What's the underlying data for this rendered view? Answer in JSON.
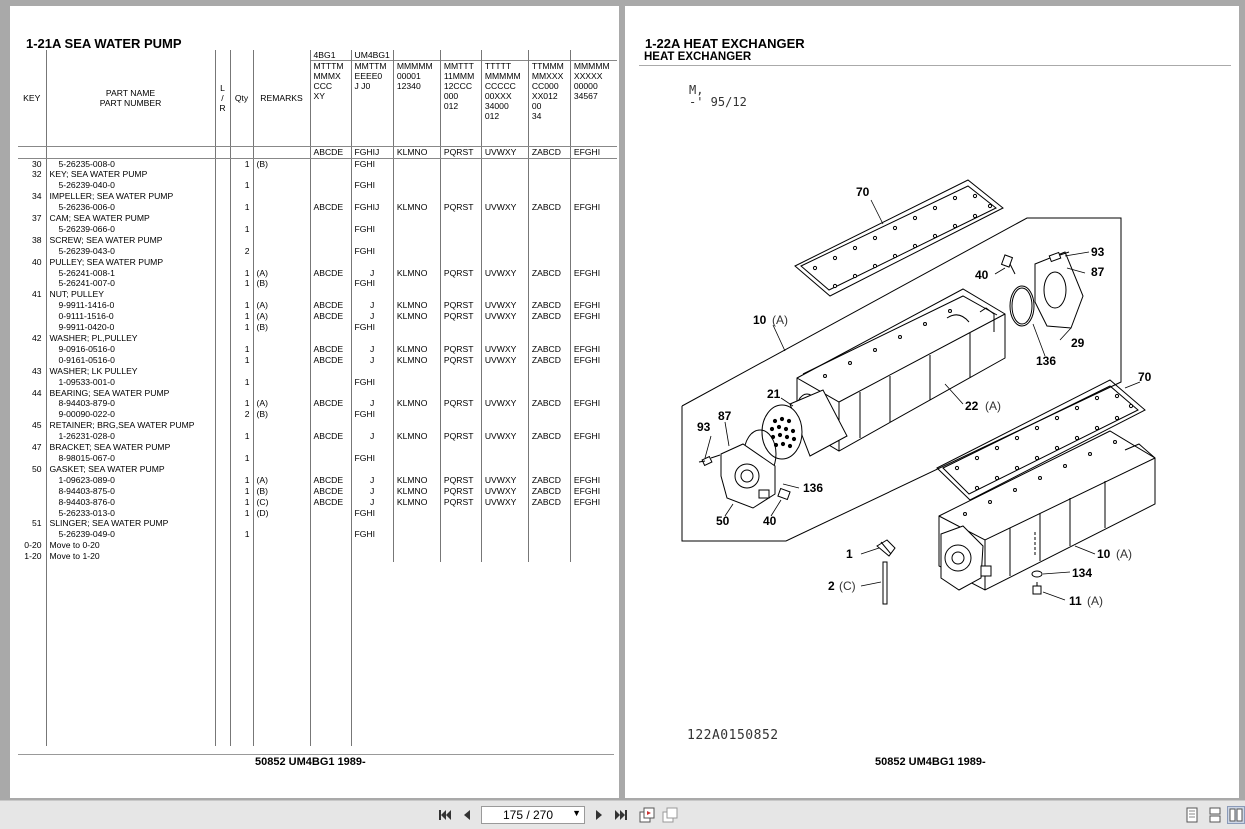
{
  "left": {
    "title": "1-21A  SEA WATER PUMP",
    "header": {
      "key": "KEY",
      "part_name": "PART NAME",
      "part_number": "PART NUMBER",
      "lr": [
        "L",
        "/",
        "R"
      ],
      "qty": "Qty",
      "remarks": "REMARKS",
      "groups": [
        "4BG1",
        "UM4BG1"
      ],
      "model_codes": [
        [
          "MTTTM",
          "MMMX",
          "CCC",
          "XY"
        ],
        [
          "MMTTM",
          "EEEE0",
          "J J0"
        ],
        [
          "MMMMM",
          "00001",
          "12340"
        ],
        [
          "MMTTT",
          "11MMM",
          "12CCC",
          "000",
          "012"
        ],
        [
          "TTTTT",
          "MMMMM",
          "CCCCC",
          "00XXX",
          "34000",
          "012"
        ],
        [
          "TTMMM",
          "MMXXX",
          "CC000",
          "XX012",
          "00",
          "34"
        ],
        [
          "MMMMM",
          "XXXXX",
          "00000",
          "34567"
        ]
      ],
      "applicability": [
        "ABCDE",
        "FGHIJ",
        "KLMNO",
        "PQRST",
        "UVWXY",
        "ZABCD",
        "EFGHI"
      ]
    },
    "rows": [
      {
        "key": "30",
        "name": "5-26235-008-0",
        "indent": true,
        "qty": "1",
        "rem": "(B)",
        "c": [
          "",
          "FGHI",
          "",
          "",
          "",
          "",
          ""
        ]
      },
      {
        "key": "32",
        "name": "KEY; SEA WATER PUMP",
        "indent": false,
        "qty": "",
        "rem": "",
        "c": [
          "",
          "",
          "",
          "",
          "",
          "",
          ""
        ]
      },
      {
        "key": "",
        "name": "5-26239-040-0",
        "indent": true,
        "qty": "1",
        "rem": "",
        "c": [
          "",
          "FGHI",
          "",
          "",
          "",
          "",
          ""
        ]
      },
      {
        "key": "34",
        "name": "IMPELLER; SEA WATER PUMP",
        "indent": false,
        "qty": "",
        "rem": "",
        "c": [
          "",
          "",
          "",
          "",
          "",
          "",
          ""
        ]
      },
      {
        "key": "",
        "name": "5-26236-006-0",
        "indent": true,
        "qty": "1",
        "rem": "",
        "c": [
          "ABCDE",
          "FGHIJ",
          "KLMNO",
          "PQRST",
          "UVWXY",
          "ZABCD",
          "EFGHI"
        ]
      },
      {
        "key": "37",
        "name": "CAM; SEA WATER PUMP",
        "indent": false,
        "qty": "",
        "rem": "",
        "c": [
          "",
          "",
          "",
          "",
          "",
          "",
          ""
        ]
      },
      {
        "key": "",
        "name": "5-26239-066-0",
        "indent": true,
        "qty": "1",
        "rem": "",
        "c": [
          "",
          "FGHI",
          "",
          "",
          "",
          "",
          ""
        ]
      },
      {
        "key": "38",
        "name": "SCREW; SEA WATER PUMP",
        "indent": false,
        "qty": "",
        "rem": "",
        "c": [
          "",
          "",
          "",
          "",
          "",
          "",
          ""
        ]
      },
      {
        "key": "",
        "name": "5-26239-043-0",
        "indent": true,
        "qty": "2",
        "rem": "",
        "c": [
          "",
          "FGHI",
          "",
          "",
          "",
          "",
          ""
        ]
      },
      {
        "key": "40",
        "name": "PULLEY; SEA WATER PUMP",
        "indent": false,
        "qty": "",
        "rem": "",
        "c": [
          "",
          "",
          "",
          "",
          "",
          "",
          ""
        ]
      },
      {
        "key": "",
        "name": "5-26241-008-1",
        "indent": true,
        "qty": "1",
        "rem": "(A)",
        "c": [
          "ABCDE",
          "J",
          "KLMNO",
          "PQRST",
          "UVWXY",
          "ZABCD",
          "EFGHI"
        ]
      },
      {
        "key": "",
        "name": "5-26241-007-0",
        "indent": true,
        "qty": "1",
        "rem": "(B)",
        "c": [
          "",
          "FGHI",
          "",
          "",
          "",
          "",
          ""
        ]
      },
      {
        "key": "41",
        "name": "NUT; PULLEY",
        "indent": false,
        "qty": "",
        "rem": "",
        "c": [
          "",
          "",
          "",
          "",
          "",
          "",
          ""
        ]
      },
      {
        "key": "",
        "name": "9-9911-1416-0",
        "indent": true,
        "qty": "1",
        "rem": "(A)",
        "c": [
          "ABCDE",
          "J",
          "KLMNO",
          "PQRST",
          "UVWXY",
          "ZABCD",
          "EFGHI"
        ]
      },
      {
        "key": "",
        "name": "0-9111-1516-0",
        "indent": true,
        "qty": "1",
        "rem": "(A)",
        "c": [
          "ABCDE",
          "J",
          "KLMNO",
          "PQRST",
          "UVWXY",
          "ZABCD",
          "EFGHI"
        ]
      },
      {
        "key": "",
        "name": "9-9911-0420-0",
        "indent": true,
        "qty": "1",
        "rem": "(B)",
        "c": [
          "",
          "FGHI",
          "",
          "",
          "",
          "",
          ""
        ]
      },
      {
        "key": "42",
        "name": "WASHER; PL,PULLEY",
        "indent": false,
        "qty": "",
        "rem": "",
        "c": [
          "",
          "",
          "",
          "",
          "",
          "",
          ""
        ]
      },
      {
        "key": "",
        "name": "9-0916-0516-0",
        "indent": true,
        "qty": "1",
        "rem": "",
        "c": [
          "ABCDE",
          "J",
          "KLMNO",
          "PQRST",
          "UVWXY",
          "ZABCD",
          "EFGHI"
        ]
      },
      {
        "key": "",
        "name": "0-9161-0516-0",
        "indent": true,
        "qty": "1",
        "rem": "",
        "c": [
          "ABCDE",
          "J",
          "KLMNO",
          "PQRST",
          "UVWXY",
          "ZABCD",
          "EFGHI"
        ]
      },
      {
        "key": "43",
        "name": "WASHER; LK PULLEY",
        "indent": false,
        "qty": "",
        "rem": "",
        "c": [
          "",
          "",
          "",
          "",
          "",
          "",
          ""
        ]
      },
      {
        "key": "",
        "name": "1-09533-001-0",
        "indent": true,
        "qty": "1",
        "rem": "",
        "c": [
          "",
          "FGHI",
          "",
          "",
          "",
          "",
          ""
        ]
      },
      {
        "key": "44",
        "name": "BEARING; SEA WATER PUMP",
        "indent": false,
        "qty": "",
        "rem": "",
        "c": [
          "",
          "",
          "",
          "",
          "",
          "",
          ""
        ]
      },
      {
        "key": "",
        "name": "8-94403-879-0",
        "indent": true,
        "qty": "1",
        "rem": "(A)",
        "c": [
          "ABCDE",
          "J",
          "KLMNO",
          "PQRST",
          "UVWXY",
          "ZABCD",
          "EFGHI"
        ]
      },
      {
        "key": "",
        "name": "9-00090-022-0",
        "indent": true,
        "qty": "2",
        "rem": "(B)",
        "c": [
          "",
          "FGHI",
          "",
          "",
          "",
          "",
          ""
        ]
      },
      {
        "key": "45",
        "name": "RETAINER; BRG,SEA WATER PUMP",
        "indent": false,
        "qty": "",
        "rem": "",
        "c": [
          "",
          "",
          "",
          "",
          "",
          "",
          ""
        ]
      },
      {
        "key": "",
        "name": "1-26231-028-0",
        "indent": true,
        "qty": "1",
        "rem": "",
        "c": [
          "ABCDE",
          "J",
          "KLMNO",
          "PQRST",
          "UVWXY",
          "ZABCD",
          "EFGHI"
        ]
      },
      {
        "key": "47",
        "name": "BRACKET; SEA WATER PUMP",
        "indent": false,
        "qty": "",
        "rem": "",
        "c": [
          "",
          "",
          "",
          "",
          "",
          "",
          ""
        ]
      },
      {
        "key": "",
        "name": "8-98015-067-0",
        "indent": true,
        "qty": "1",
        "rem": "",
        "c": [
          "",
          "FGHI",
          "",
          "",
          "",
          "",
          ""
        ]
      },
      {
        "key": "50",
        "name": "GASKET; SEA WATER PUMP",
        "indent": false,
        "qty": "",
        "rem": "",
        "c": [
          "",
          "",
          "",
          "",
          "",
          "",
          ""
        ]
      },
      {
        "key": "",
        "name": "1-09623-089-0",
        "indent": true,
        "qty": "1",
        "rem": "(A)",
        "c": [
          "ABCDE",
          "J",
          "KLMNO",
          "PQRST",
          "UVWXY",
          "ZABCD",
          "EFGHI"
        ]
      },
      {
        "key": "",
        "name": "8-94403-875-0",
        "indent": true,
        "qty": "1",
        "rem": "(B)",
        "c": [
          "ABCDE",
          "J",
          "KLMNO",
          "PQRST",
          "UVWXY",
          "ZABCD",
          "EFGHI"
        ]
      },
      {
        "key": "",
        "name": "8-94403-876-0",
        "indent": true,
        "qty": "1",
        "rem": "(C)",
        "c": [
          "ABCDE",
          "J",
          "KLMNO",
          "PQRST",
          "UVWXY",
          "ZABCD",
          "EFGHI"
        ]
      },
      {
        "key": "",
        "name": "5-26233-013-0",
        "indent": true,
        "qty": "1",
        "rem": "(D)",
        "c": [
          "",
          "FGHI",
          "",
          "",
          "",
          "",
          ""
        ]
      },
      {
        "key": "51",
        "name": "SLINGER; SEA WATER PUMP",
        "indent": false,
        "qty": "",
        "rem": "",
        "c": [
          "",
          "",
          "",
          "",
          "",
          "",
          ""
        ]
      },
      {
        "key": "",
        "name": "5-26239-049-0",
        "indent": true,
        "qty": "1",
        "rem": "",
        "c": [
          "",
          "FGHI",
          "",
          "",
          "",
          "",
          ""
        ]
      },
      {
        "key": "0-20",
        "name": "Move to 0-20",
        "indent": false,
        "qty": "",
        "rem": "",
        "c": [
          "",
          "",
          "",
          "",
          "",
          "",
          ""
        ]
      },
      {
        "key": "1-20",
        "name": "Move to 1-20",
        "indent": false,
        "qty": "",
        "rem": "",
        "c": [
          "",
          "",
          "",
          "",
          "",
          "",
          ""
        ]
      }
    ],
    "footer": "50852 UM4BG1 1989-"
  },
  "right": {
    "title": "1-22A  HEAT EXCHANGER",
    "subtitle": "HEAT EXCHANGER",
    "handwritten_1": "M,",
    "handwritten_2": "-' 95/12",
    "drawing_code": "122A0150852",
    "callouts": {
      "c70a": "70",
      "c93a": "93",
      "c87a": "87",
      "c40a": "40",
      "c10a": "10",
      "c10a_s": "(A)",
      "c29": "29",
      "c136a": "136",
      "c21": "21",
      "c22": "22",
      "c22_s": "(A)",
      "c70b": "70",
      "c87b": "87",
      "c93b": "93",
      "c136b": "136",
      "c50": "50",
      "c40b": "40",
      "c1": "1",
      "c2": "2",
      "c2_s": "(C)",
      "c10b": "10",
      "c10b_s": "(A)",
      "c134": "134",
      "c11": "11",
      "c11_s": "(A)"
    },
    "footer": "50852 UM4BG1 1989-"
  },
  "toolbar": {
    "page_indicator": "175 / 270"
  }
}
